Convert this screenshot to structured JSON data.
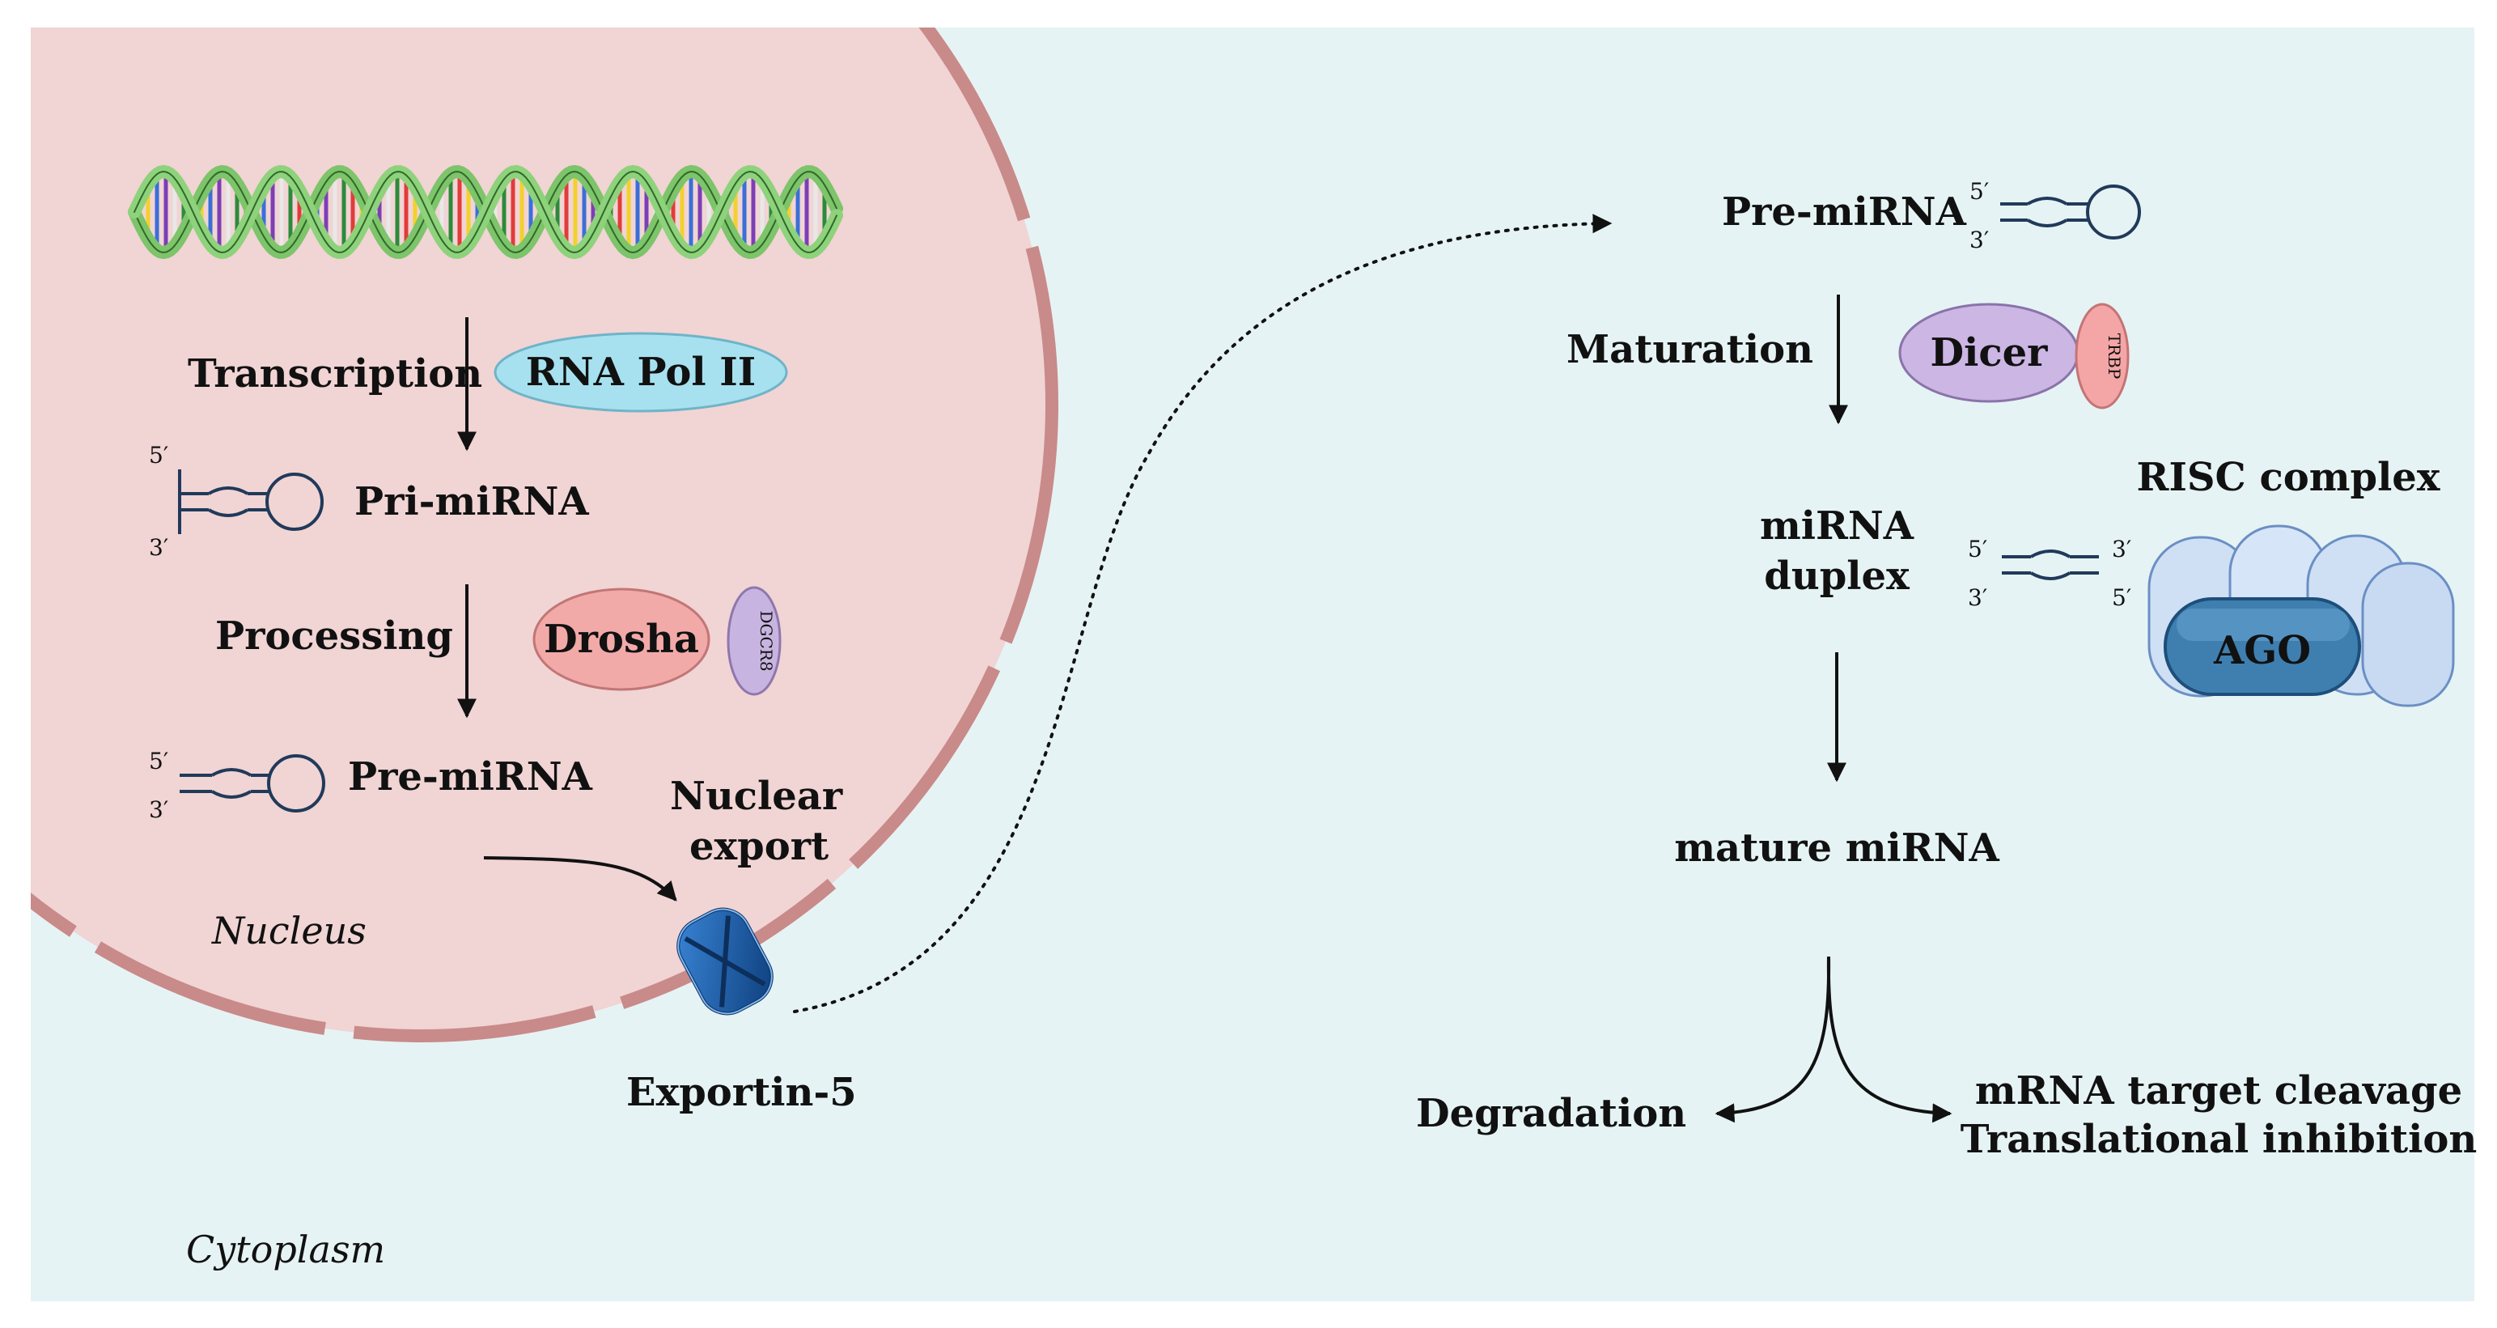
{
  "regions": {
    "nucleus": "Nucleus",
    "cytoplasm": "Cytoplasm"
  },
  "steps": {
    "transcription": "Transcription",
    "processing": "Processing",
    "nuclear_export_line1": "Nuclear",
    "nuclear_export_line2": "export",
    "maturation": "Maturation"
  },
  "molecules": {
    "pri_mirna": "Pri-miRNA",
    "pre_mirna_nucleus": "Pre-miRNA",
    "pre_mirna_cytoplasm": "Pre-miRNA",
    "mirna_duplex_line1": "miRNA",
    "mirna_duplex_line2": "duplex",
    "mature_mirna": "mature miRNA"
  },
  "proteins": {
    "rna_pol_ii": "RNA Pol II",
    "drosha": "Drosha",
    "dgcr8": "DGCR8",
    "dicer": "Dicer",
    "trbp": "TRBP",
    "exportin5": "Exportin-5",
    "risc_complex": "RISC complex",
    "ago": "AGO"
  },
  "outcomes": {
    "degradation": "Degradation",
    "cleavage": "mRNA target cleavage",
    "inhibition": "Translational inhibition"
  },
  "ends": {
    "five_prime": "5′",
    "three_prime": "3′"
  },
  "colors": {
    "cytoplasm": "#e6f3f4",
    "nucleus": "#f1d4d4",
    "membrane": "#c98a8a",
    "rna_pol_ii": "#a7e1f0",
    "drosha": "#f2aaa9",
    "dgcr8": "#c8b4e0",
    "dicer": "#cbb6e4",
    "trbp": "#f4a5a5",
    "risc": "#cfe0f5",
    "ago": "#3f7fb0",
    "exportin": "#1f5ea8",
    "rna_line": "#203a5a"
  }
}
